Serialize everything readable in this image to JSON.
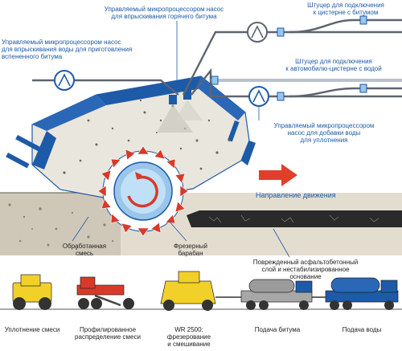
{
  "labels": {
    "hot_bitumen_pump": "Управляемый микропроцессором насос\nдля впрыскивания горячего битума",
    "bitumen_tank_fitting": "Штуцер для подключения\nк цистерне с битумом",
    "foam_water_pump": "Управляемый микропроцессором насос\nдля впрыскивания воды для приготовления\nвспененного битума",
    "water_truck_fitting": "Штуцер для подключения\nк автомобилю-цистерне с водой",
    "compaction_water_pump": "Управляемый микропроцессором\nнасос для добавки воды\nдля уплотнения",
    "direction": "Направление движения",
    "processed_mix": "Обработанная\nсмесь",
    "milling_drum": "Фрезерный\nбарабан",
    "damaged_layer": "Поврежденный асфальтобетонный\nслой и нестабилизированное\nоснование"
  },
  "train": [
    {
      "id": "roller",
      "label": "Уплотнение смеси"
    },
    {
      "id": "grader",
      "label": "Профилированное\nраспределение смеси"
    },
    {
      "id": "recycler",
      "label": "WR 2500:\nфрезерование\nи смешивание"
    },
    {
      "id": "bitumen_truck",
      "label": "Подача битума"
    },
    {
      "id": "water_truck",
      "label": "Подача воды"
    }
  ],
  "colors": {
    "blue": "#1d5aa8",
    "pipe": "#5e6470",
    "asphalt": "#2a2a2a",
    "arrow": "#e0402a",
    "yellow": "#f2d02a",
    "red": "#d83a2a"
  }
}
